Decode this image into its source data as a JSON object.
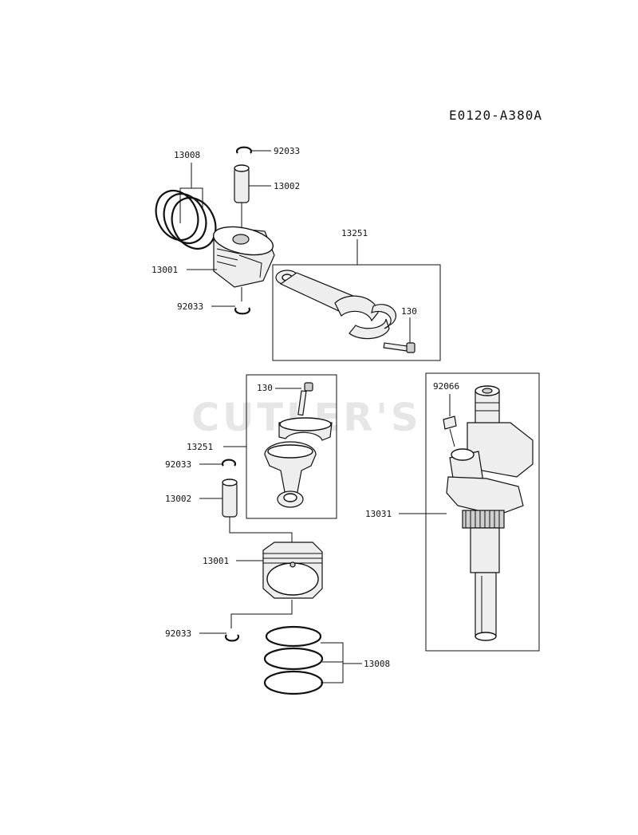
{
  "diagram": {
    "reference_code": "E0120-A380A",
    "watermark": "CUTLER'S",
    "callouts": {
      "c13008_top": "13008",
      "c92033_top": "92033",
      "c13002_top": "13002",
      "c13001_top": "13001",
      "c92033_mid": "92033",
      "c13251_top": "13251",
      "c130_top": "130",
      "c130_mid": "130",
      "c13251_mid": "13251",
      "c92033_low": "92033",
      "c13002_low": "13002",
      "c13001_low": "13001",
      "c92033_bottom": "92033",
      "c13008_bottom": "13008",
      "c92066": "92066",
      "c13031": "13031"
    }
  }
}
